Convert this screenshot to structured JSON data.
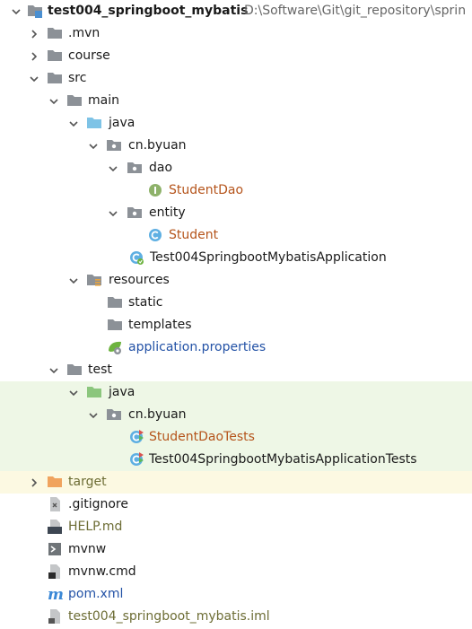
{
  "project": {
    "name": "test004_springboot_mybatis",
    "path": "D:\\Software\\Git\\git_repository\\sprin"
  },
  "nodes": {
    "mvn": ".mvn",
    "course": "course",
    "src": "src",
    "main": "main",
    "main_java": "java",
    "main_pkg": "cn.byuan",
    "dao": "dao",
    "student_dao": "StudentDao",
    "entity": "entity",
    "student": "Student",
    "app": "Test004SpringbootMybatisApplication",
    "resources": "resources",
    "static": "static",
    "templates": "templates",
    "app_props": "application.properties",
    "test": "test",
    "test_java": "java",
    "test_pkg": "cn.byuan",
    "student_dao_tests": "StudentDaoTests",
    "app_tests": "Test004SpringbootMybatisApplicationTests",
    "target": "target",
    "gitignore": ".gitignore",
    "help": "HELP.md",
    "mvnw": "mvnw",
    "mvnw_cmd": "mvnw.cmd",
    "pom": "pom.xml",
    "iml": "test004_springboot_mybatis.iml"
  },
  "icons": {
    "md_badge": "MD",
    "interface_letter": "I",
    "class_letter": "C",
    "maven_letter": "m"
  },
  "colors": {
    "folder_gray": "#8c9197",
    "source_folder_blue": "#7ec3e6",
    "test_folder_green": "#8bc67d",
    "excluded_folder_orange": "#f0a35e",
    "interface_green": "#8eb26a",
    "class_blue": "#5eafe2",
    "test_row_bg": "#eef7e6",
    "excluded_row_bg": "#fcf9e2"
  }
}
